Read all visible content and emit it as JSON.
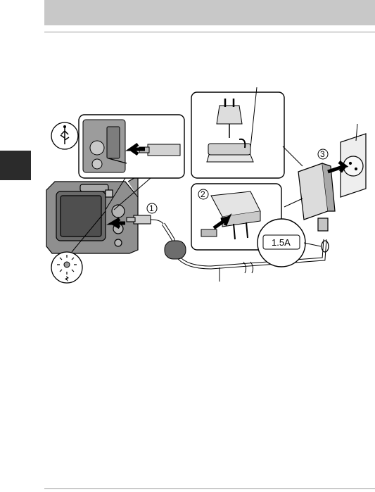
{
  "page": {
    "header_bar_color": "#c8c8c8",
    "side_tab_color": "#2b2b2b"
  },
  "illustration": {
    "rating_label": "1.5A",
    "steps": [
      "1",
      "2",
      "3"
    ],
    "icons": [
      "usb-icon",
      "charge-lamp-icon",
      "flash-icon"
    ]
  }
}
